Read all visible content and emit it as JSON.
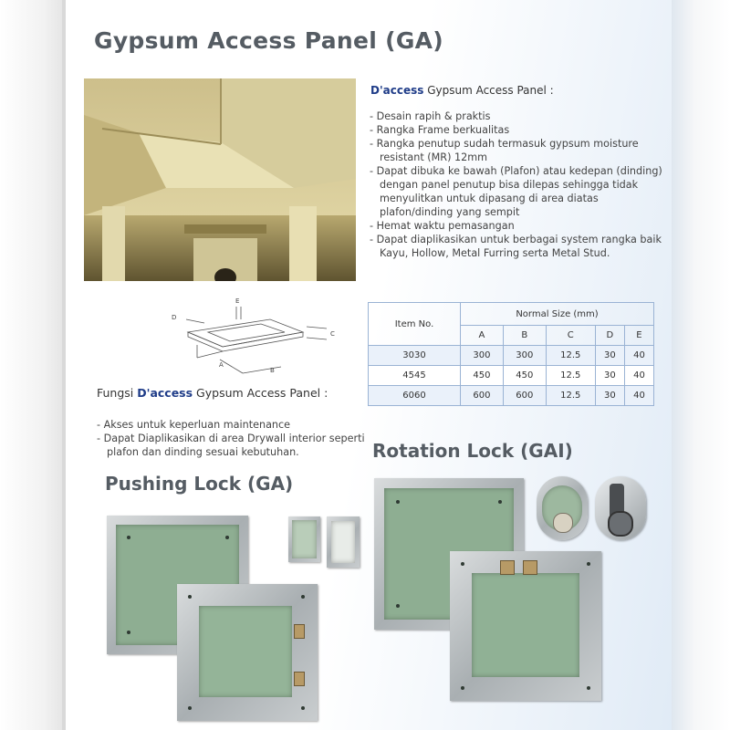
{
  "title": "Gypsum Access Panel (GA)",
  "intro": {
    "brand": "D'access",
    "text": " Gypsum Access Panel :"
  },
  "features": [
    "- Desain rapih & praktis",
    "- Rangka Frame berkualitas",
    "- Rangka penutup sudah termasuk gypsum moisture resistant (MR) 12mm",
    "- Dapat dibuka ke bawah (Plafon) atau kedepan (dinding) dengan panel penutup bisa dilepas sehingga tidak menyulitkan untuk dipasang di area diatas plafon/dinding yang sempit",
    "- Hemat waktu pemasangan",
    "- Dapat diaplikasikan untuk berbagai system rangka baik Kayu, Hollow, Metal Furring serta Metal Stud."
  ],
  "diagram_labels": {
    "a": "A",
    "b": "B",
    "c": "C",
    "d": "D",
    "e": "E"
  },
  "table": {
    "item_header": "Item No.",
    "size_header": "Normal Size (mm)",
    "columns": [
      "A",
      "B",
      "C",
      "D",
      "E"
    ],
    "rows": [
      {
        "item": "3030",
        "values": [
          "300",
          "300",
          "12.5",
          "30",
          "40"
        ]
      },
      {
        "item": "4545",
        "values": [
          "450",
          "450",
          "12.5",
          "30",
          "40"
        ]
      },
      {
        "item": "6060",
        "values": [
          "600",
          "600",
          "12.5",
          "30",
          "40"
        ]
      }
    ]
  },
  "fungsi": {
    "prefix": "Fungsi ",
    "brand": "D'access",
    "suffix": " Gypsum Access Panel :"
  },
  "uses": [
    "- Akses untuk keperluan maintenance",
    "- Dapat Diaplikasikan di area Drywall interior seperti plafon dan dinding sesuai kebutuhan."
  ],
  "headings": {
    "rotation_lock": "Rotation Lock (GAI)",
    "pushing_lock": "Pushing Lock (GA)"
  },
  "colors": {
    "title": "#555c63",
    "brand": "#1f3c88",
    "table_border": "#9ab3d4",
    "gypsum_green": "#8eae92"
  }
}
